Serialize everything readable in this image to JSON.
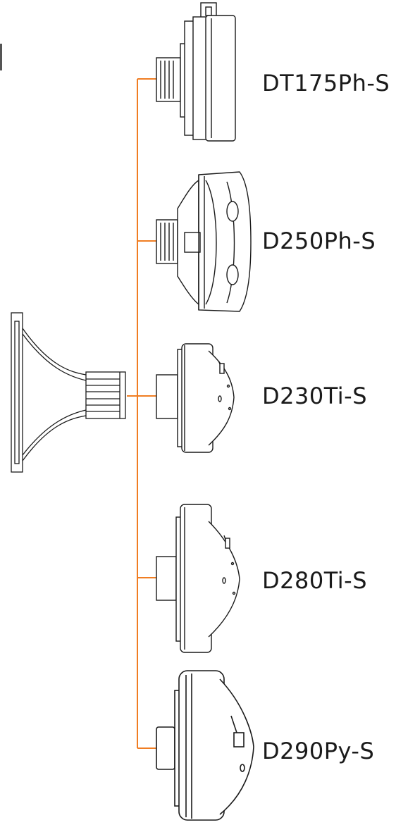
{
  "accent_color": "#f07d22",
  "line_color": "#1a1a1a",
  "horn": {
    "icon": "horn-flare-icon"
  },
  "drivers": [
    {
      "model": "DT175Ph-S",
      "icon": "compression-driver-icon"
    },
    {
      "model": "D250Ph-S",
      "icon": "compression-driver-icon"
    },
    {
      "model": "D230Ti-S",
      "icon": "compression-driver-icon"
    },
    {
      "model": "D280Ti-S",
      "icon": "compression-driver-icon"
    },
    {
      "model": "D290Py-S",
      "icon": "compression-driver-icon"
    }
  ]
}
